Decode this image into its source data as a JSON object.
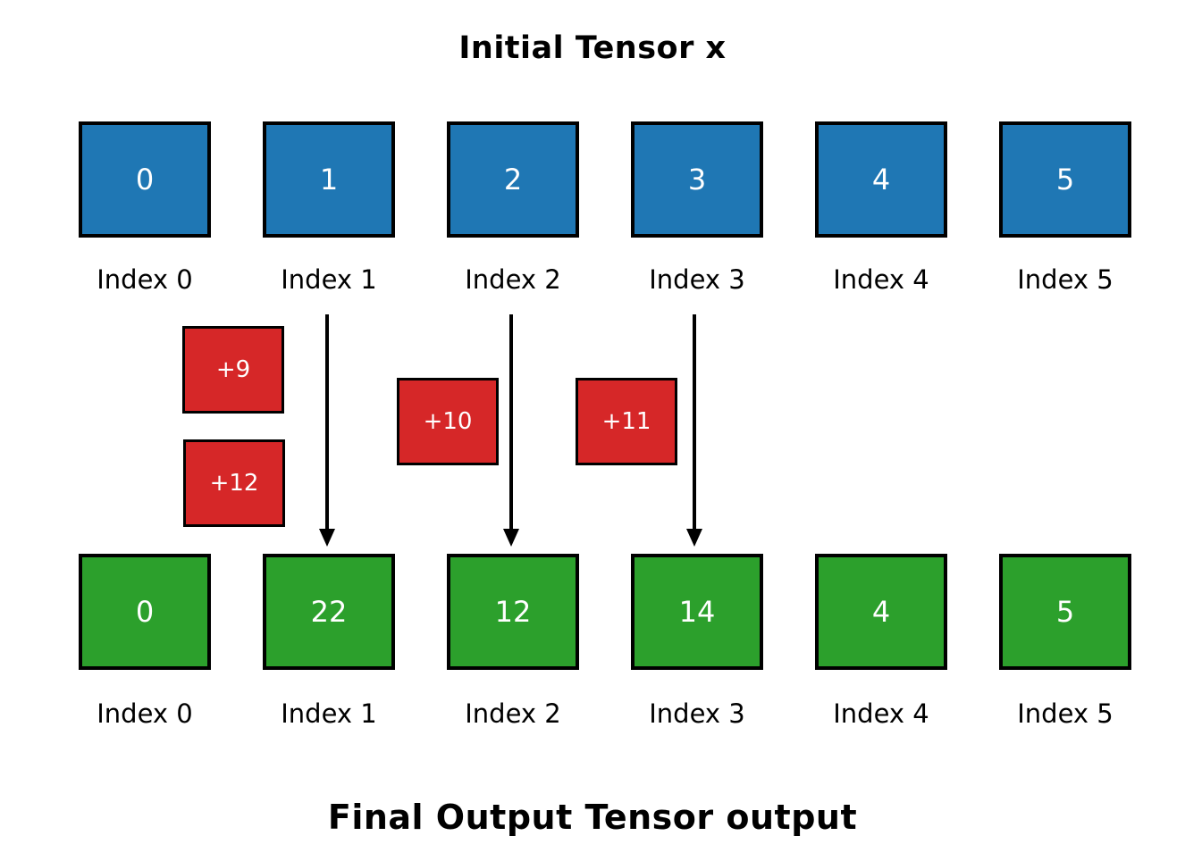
{
  "titles": {
    "top": "Initial Tensor x",
    "bottom": "Final Output Tensor output"
  },
  "colors": {
    "initial_fill": "#1f77b4",
    "update_fill": "#d62728",
    "output_fill": "#2ca02c",
    "box_border": "#000000",
    "arrow_color": "#000000",
    "text_on_box": "#ffffff",
    "label_text": "#000000",
    "background": "#ffffff"
  },
  "initial_row": {
    "cells": [
      {
        "value": "0",
        "label": "Index 0"
      },
      {
        "value": "1",
        "label": "Index 1"
      },
      {
        "value": "2",
        "label": "Index 2"
      },
      {
        "value": "3",
        "label": "Index 3"
      },
      {
        "value": "4",
        "label": "Index 4"
      },
      {
        "value": "5",
        "label": "Index 5"
      }
    ]
  },
  "updates": [
    {
      "value": "+9"
    },
    {
      "value": "+12"
    },
    {
      "value": "+10"
    },
    {
      "value": "+11"
    }
  ],
  "arrows": {
    "count": 3,
    "target_indices": [
      1,
      2,
      3
    ]
  },
  "output_row": {
    "cells": [
      {
        "value": "0",
        "label": "Index 0"
      },
      {
        "value": "22",
        "label": "Index 1"
      },
      {
        "value": "12",
        "label": "Index 2"
      },
      {
        "value": "14",
        "label": "Index 3"
      },
      {
        "value": "4",
        "label": "Index 4"
      },
      {
        "value": "5",
        "label": "Index 5"
      }
    ]
  }
}
